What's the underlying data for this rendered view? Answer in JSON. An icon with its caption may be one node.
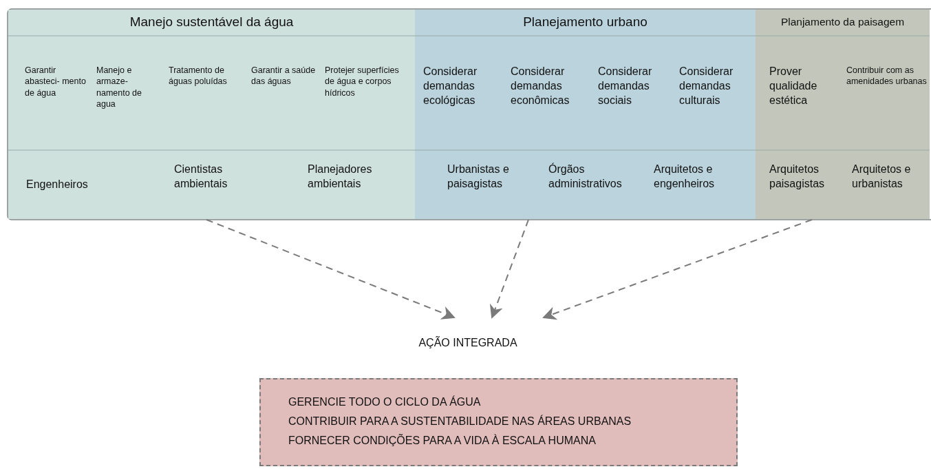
{
  "diagram": {
    "nodes": [
      {
        "text": [
          "Manejo sustentável da água",
          "Garantir abasteci- mento de água",
          "Manejo e armaze- namento de agua",
          "Tratamento de águas poluídas",
          "Garantir a saúde das águas",
          "Protejer superfícies de água e corpos hídricos",
          "Engenheiros",
          "Cientistas ambientais",
          "Planejadores ambientais"
        ]
      },
      {
        "text": [
          "Planejamento urbano",
          "Considerar demandas ecológicas",
          "Considerar demandas econômicas",
          "Considerar demandas sociais",
          "Considerar demandas culturais",
          "Urbanistas e paisagistas",
          "Órgãos administrativos",
          "Arquitetos e engenheiros"
        ]
      },
      {
        "text": [
          "Planjamento da paisagem",
          "Prover qualidade estética",
          "Contribuir com as amenidades urbanas",
          "Arquitetos paisagistas",
          "Arquitetos e urbanistas"
        ]
      },
      {
        "text": [
          "AÇÃO INTEGRADA"
        ]
      },
      {
        "text": [
          "GERENCIE TODO O CICLO DA ÁGUA",
          "CONTRIBUIR PARA A SUSTENTABILIDADE NAS ÁREAS URBANAS",
          "FORNECER CONDIÇÕES PARA A VIDA À ESCALA HUMANA"
        ]
      }
    ],
    "edges": [
      {
        "from": 0,
        "to": 3,
        "arrow": "to",
        "style": "dashed"
      },
      {
        "from": 1,
        "to": 3,
        "arrow": "to",
        "style": "dashed"
      },
      {
        "from": 2,
        "to": 3,
        "arrow": "to",
        "style": "dashed"
      }
    ]
  }
}
